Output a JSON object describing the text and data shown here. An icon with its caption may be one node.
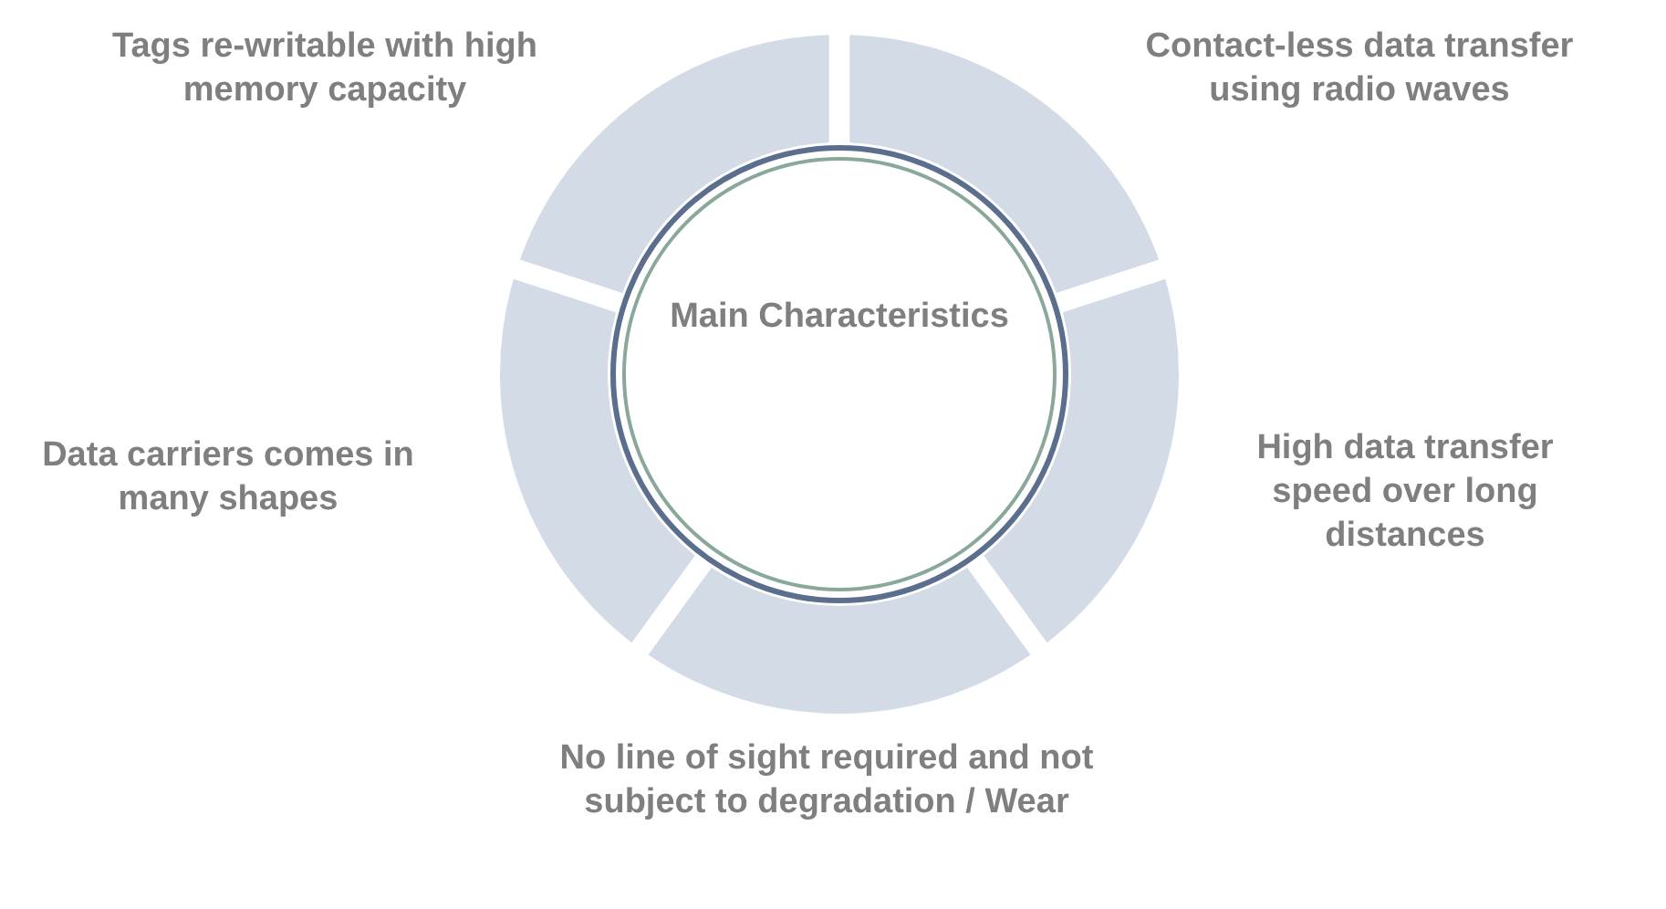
{
  "diagram": {
    "nodes": [
      {
        "text": [
          "Main Characteristics"
        ]
      },
      {
        "text": [
          "Tags re-writable with high memory capacity"
        ]
      },
      {
        "text": [
          "Contact-less data transfer using radio waves"
        ]
      },
      {
        "text": [
          "Data carriers comes in many shapes"
        ]
      },
      {
        "text": [
          "High data transfer speed over long distances"
        ]
      },
      {
        "text": [
          "No line of sight required and not subject to degradation / Wear"
        ]
      }
    ]
  }
}
